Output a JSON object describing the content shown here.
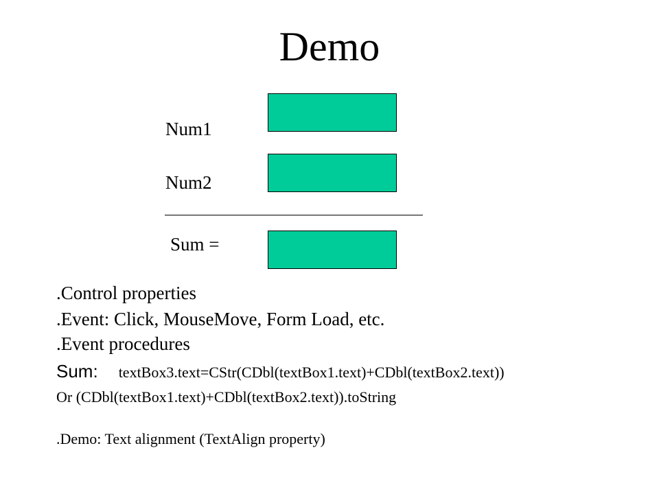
{
  "title": "Demo",
  "form": {
    "num1_label": "Num1",
    "num2_label": "Num2",
    "sum_label": "Sum =",
    "textbox_color": "#00cc99"
  },
  "notes": {
    "line1": ".Control properties",
    "line2": ".Event: Click, MouseMove, Form Load, etc.",
    "line3": ".Event procedures",
    "line4_label": "Sum:",
    "line4_code": "textBox3.text=CStr(CDbl(textBox1.text)+CDbl(textBox2.text))",
    "line5": "Or (CDbl(textBox1.text)+CDbl(textBox2.text)).toString",
    "line6": ".Demo: Text alignment (TextAlign property)"
  }
}
